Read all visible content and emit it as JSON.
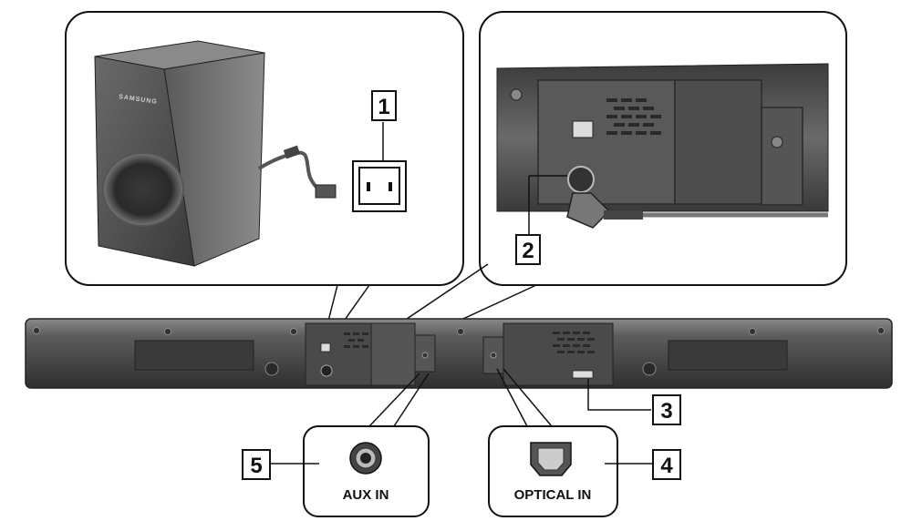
{
  "brand": "SAMSUNG",
  "callouts": {
    "c1": "1",
    "c2": "2",
    "c3": "3",
    "c4": "4",
    "c5": "5"
  },
  "ports": {
    "aux_label": "AUX IN",
    "optical_label": "OPTICAL IN"
  },
  "colors": {
    "outline": "#111111",
    "device_dark": "#4a4a4a",
    "device_mid": "#6b6b6b",
    "device_light": "#9a9a9a",
    "background": "#ffffff"
  }
}
